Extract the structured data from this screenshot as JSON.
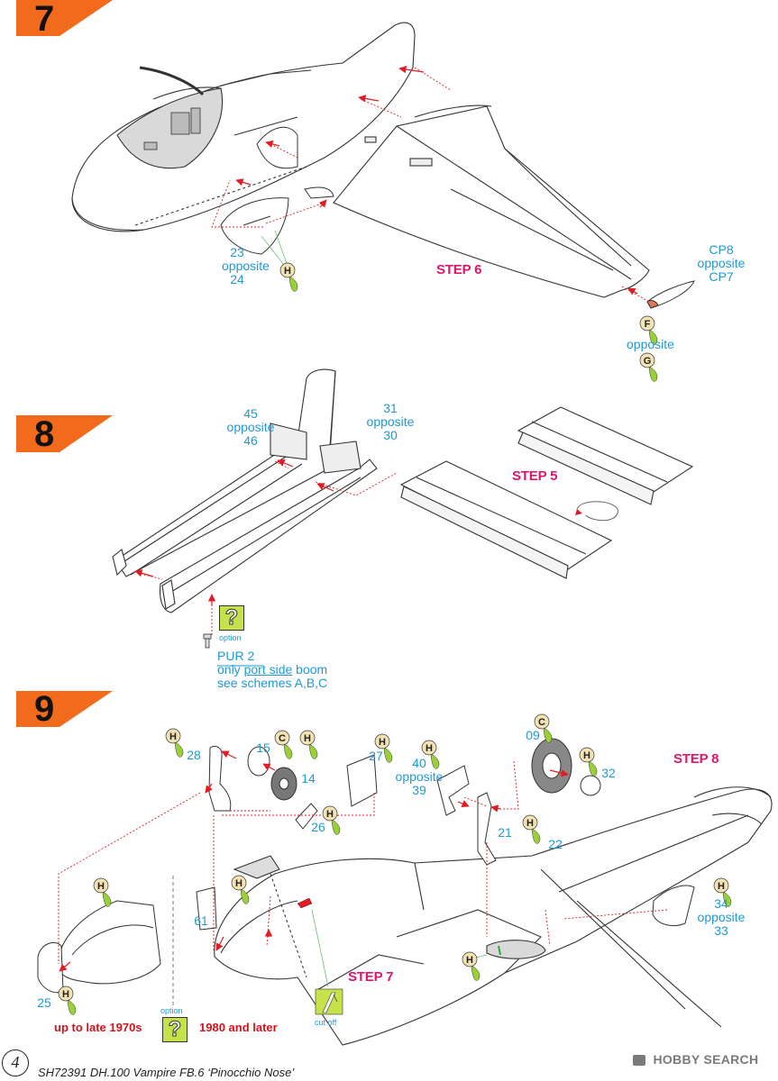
{
  "colors": {
    "step_tab": "#f26a1b",
    "part_number": "#1e9ad6",
    "step_ref": "#e0156b",
    "note_red": "#d2131c",
    "arrow": "#e31b23",
    "glue_green": "#9bcf3a",
    "tag_fill": "#f3e3b3"
  },
  "steps": [
    {
      "number": "7"
    },
    {
      "number": "8"
    },
    {
      "number": "9"
    }
  ],
  "step_refs": {
    "s7": "STEP 6",
    "s8": "STEP 5",
    "s9a": "STEP 8",
    "s9b": "STEP 7"
  },
  "part_labels": {
    "p23": "23",
    "opp_23": "opposite",
    "p24": "24",
    "cp8": "CP8",
    "opp_cp": "opposite",
    "cp7": "CP7",
    "opp_fg": "opposite",
    "p45": "45",
    "opp_45": "opposite",
    "p46": "46",
    "p31": "31",
    "opp_31": "opposite",
    "p30": "30",
    "p28": "28",
    "p15": "15",
    "p14": "14",
    "p26": "26",
    "p27": "27",
    "p40": "40",
    "opp_40": "opposite",
    "p39": "39",
    "p09": "09",
    "p32": "32",
    "p21": "21",
    "p22": "22",
    "p34": "34",
    "opp_34": "opposite",
    "p33": "33",
    "p61": "61",
    "p25": "25"
  },
  "tags": {
    "h": "H",
    "c": "C",
    "f": "F",
    "g": "G"
  },
  "notes": {
    "option": "option",
    "option_glyph": "?",
    "pur2": "PUR 2",
    "only_prefix": "only ",
    "port_side": "port side",
    "boom_suffix": " boom",
    "schemes": "see schemes A,B,C",
    "up_to": "up to late 1970s",
    "later": "1980 and later",
    "cut_off": "cut off"
  },
  "footer": {
    "page": "4",
    "title": "SH72391 DH.100 Vampire FB.6 ‘Pinocchio Nose’"
  },
  "watermark": "HOBBY SEARCH",
  "icons": [
    "step-tab-icon",
    "glue-tag-icon",
    "option-icon",
    "cut-off-icon",
    "rotate-arrow-icon",
    "watermark-logo-icon"
  ]
}
